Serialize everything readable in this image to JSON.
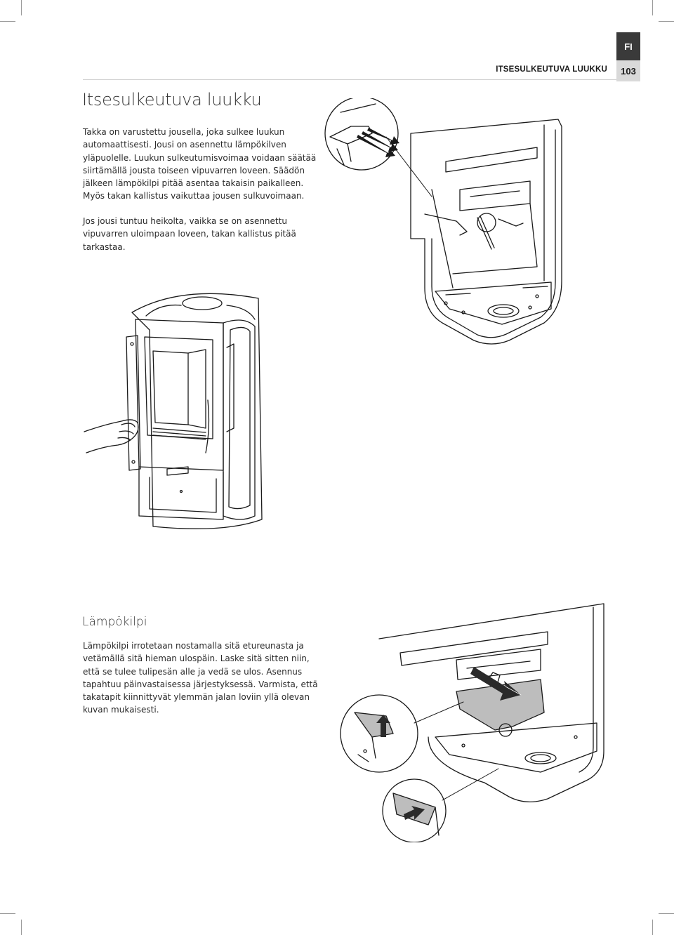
{
  "header": {
    "lang_tab": "FI",
    "running_title": "ITSESULKEUTUVA LUUKKU",
    "page_number": "103"
  },
  "main": {
    "title": "Itsesulkeutuva luukku",
    "paragraphs": [
      "Takka on varustettu jousella, joka sulkee luukun automaattisesti. Jousi on asennettu lämpökilven yläpuolelle. Luukun sulkeutumisvoimaa voidaan säätää siirtämällä jousta toiseen vipuvarren loveen. Säädön jälkeen lämpökilpi pitää asentaa takaisin paikalleen. Myös takan kallistus vaikuttaa jousen sulkuvoimaan.",
      "Jos jousi tuntuu heikolta, vaikka se on asennettu vipuvarren uloimpaan loveen, takan kallistus pitää tarkastaa."
    ]
  },
  "section": {
    "title": "Lämpökilpi",
    "paragraph": "Lämpökilpi irrotetaan nostamalla sitä etureunasta ja vetämällä sitä hieman ulospäin. Laske sitä sitten niin, että se tulee tulipesän alle ja vedä se ulos. Asennus tapahtuu päinvastaisessa järjestyksessä. Varmista, että takatapit kiinnittyvät ylemmän jalan loviin yllä olevan kuvan mukaisesti."
  },
  "colors": {
    "tab_background": "#3a3a3a",
    "page_number_background": "#d9d9d9",
    "heat_shield_fill": "#bdbdbd",
    "arrow_fill": "#2a2a2a",
    "line_art": "#1a1a1a"
  }
}
